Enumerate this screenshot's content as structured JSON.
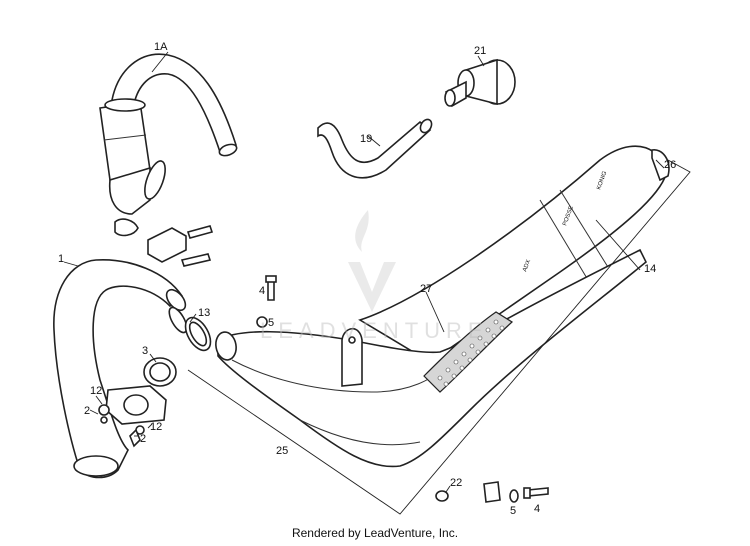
{
  "diagram": {
    "part_labels": {
      "p1A": "1A",
      "p21": "21",
      "p19": "19",
      "p26": "26",
      "p14": "14",
      "p1": "1",
      "p4a": "4",
      "p5a": "5",
      "p13": "13",
      "p27": "27",
      "p3": "3",
      "p12a": "12",
      "p2a": "2",
      "p2b": "2",
      "p12b": "12",
      "p25": "25",
      "p22": "22",
      "p5b": "5",
      "p4b": "4"
    },
    "muffler_text": [
      "KONIG",
      "POSSE",
      "ADX"
    ]
  },
  "watermark": {
    "text": "LEADVENTURE"
  },
  "footer": {
    "credit": "Rendered by LeadVenture, Inc."
  }
}
